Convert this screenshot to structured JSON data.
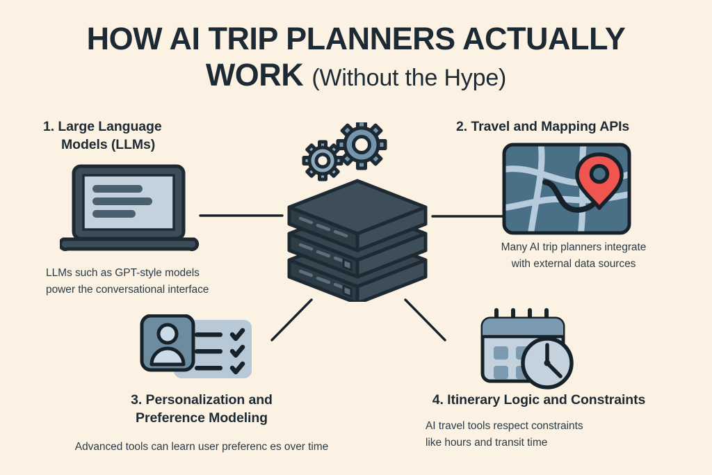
{
  "palette": {
    "background": "#FBF2E4",
    "ink": "#1E2A33",
    "body_text": "#2B3A44",
    "dark_slate": "#36454F",
    "steel_blue": "#4A7088",
    "light_blue": "#C3D2DC",
    "pale_blue": "#AFC3D2",
    "accent_red": "#F0564F",
    "gear_light": "#8FAABC",
    "gear_dark": "#7496AC"
  },
  "title": {
    "line1": "HOW AI TRIP PLANNERS ACTUALLY",
    "line2_bold": "WORK",
    "line2_normal": "(Without the Hype)"
  },
  "sections": [
    {
      "id": "llm",
      "heading_line1": "1. Large Language",
      "heading_line2": "Models (LLMs)",
      "caption_line1": "LLMs such as GPT-style models",
      "caption_line2": "power the conversational interface",
      "icon": "laptop-icon"
    },
    {
      "id": "apis",
      "heading_line1": "2. Travel and Mapping APIs",
      "heading_line2": "",
      "caption_line1": "Many AI trip planners integrate",
      "caption_line2": "with external data sources",
      "icon": "map-pin-icon"
    },
    {
      "id": "personalization",
      "heading_line1": "3. Personalization and",
      "heading_line2": "Preference Modeling",
      "caption_line1": "Advanced tools can learn user preferenc es over time",
      "caption_line2": "",
      "icon": "user-checklist-icon"
    },
    {
      "id": "itinerary",
      "heading_line1": "4. Itinerary Logic and Constraints",
      "heading_line2": "",
      "caption_line1": "AI travel tools respect constraints",
      "caption_line2": "like hours and transit time",
      "icon": "calendar-clock-icon"
    }
  ],
  "hub": {
    "icon": "server-stack-icon",
    "secondary_icon": "gears-icon",
    "server_layers": 3,
    "gear_count": 2
  },
  "connectors": [
    {
      "from": "laptop-icon",
      "to": "server-stack-icon",
      "style": "horizontal"
    },
    {
      "from": "server-stack-icon",
      "to": "map-pin-icon",
      "style": "horizontal"
    },
    {
      "from": "server-stack-icon",
      "to": "user-checklist-icon",
      "style": "diagonal"
    },
    {
      "from": "server-stack-icon",
      "to": "calendar-clock-icon",
      "style": "diagonal"
    }
  ]
}
